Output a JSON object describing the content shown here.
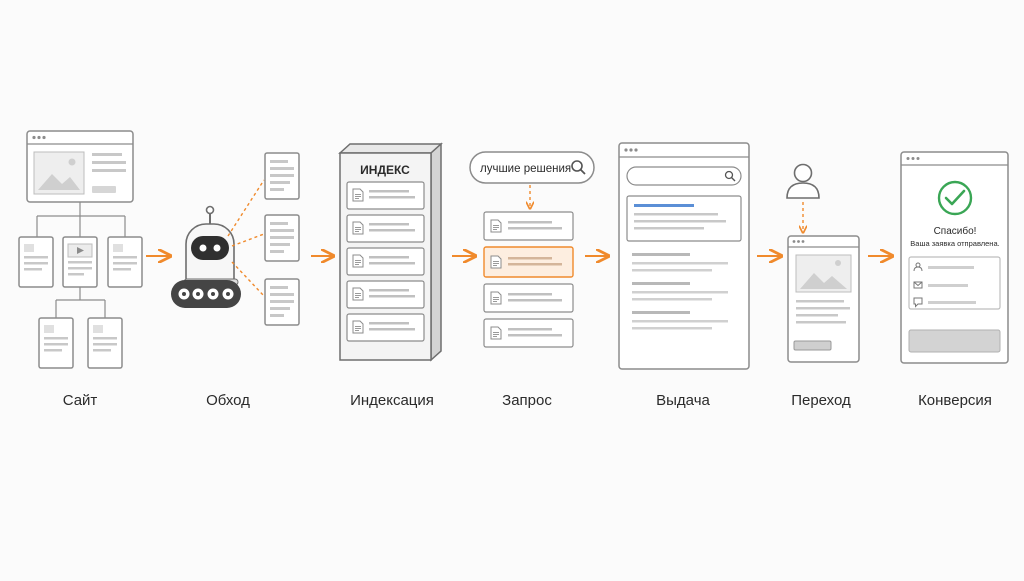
{
  "stages": [
    {
      "id": "site",
      "label": "Сайт"
    },
    {
      "id": "crawl",
      "label": "Обход"
    },
    {
      "id": "indexing",
      "label": "Индексация"
    },
    {
      "id": "query",
      "label": "Запрос"
    },
    {
      "id": "serp",
      "label": "Выдача"
    },
    {
      "id": "click",
      "label": "Переход"
    },
    {
      "id": "conversion",
      "label": "Конверсия"
    }
  ],
  "index_title": "ИНДЕКС",
  "search_query": "лучшие решения",
  "thanks_title": "Спасибо!",
  "thanks_subtitle": "Ваша заявка отправлена.",
  "colors": {
    "accent": "#f08a2c",
    "line": "#8c8c8c",
    "fill_light": "#f2f2f2",
    "placeholder": "#d9d9d9",
    "success": "#3aa655",
    "link_blue": "#5b8fd6"
  },
  "icons": [
    "search-icon",
    "robot-icon",
    "user-icon",
    "checkmark-icon",
    "mail-icon",
    "chat-icon",
    "image-icon",
    "play-icon",
    "document-icon"
  ]
}
